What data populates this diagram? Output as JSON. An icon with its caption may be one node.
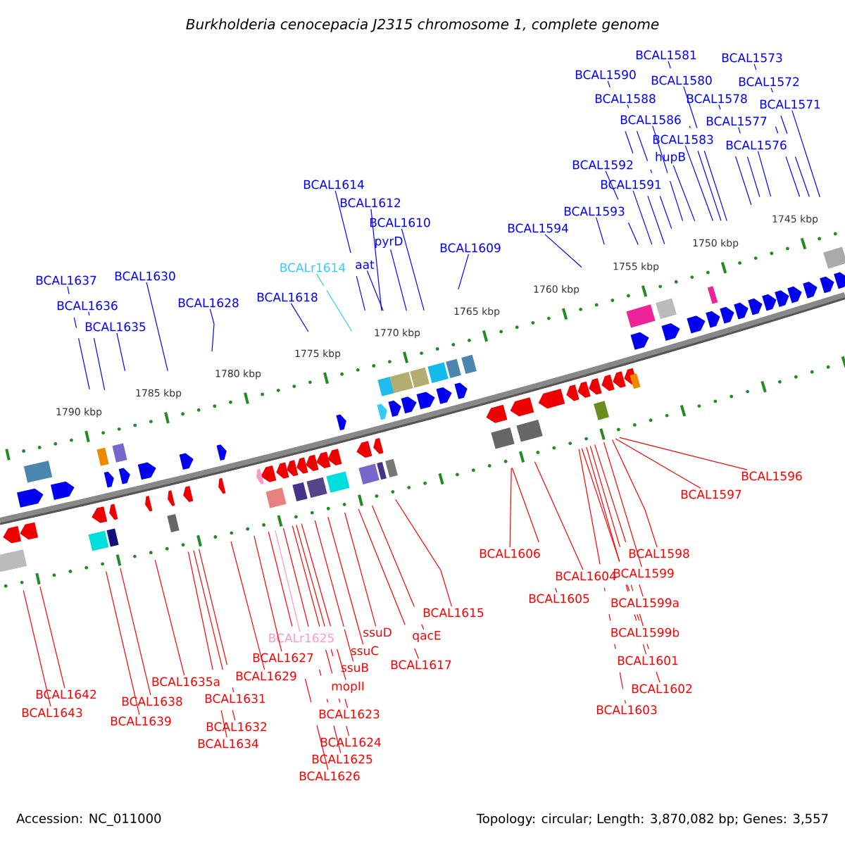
{
  "diagram": {
    "title": "Burkholderia cenocepacia J2315 chromosome 1, complete genome",
    "nodes": [
      {
        "text": [
          "BCAL1581"
        ]
      },
      {
        "text": [
          "BCAL1573"
        ]
      },
      {
        "text": [
          "BCAL1590"
        ]
      },
      {
        "text": [
          "BCAL1580"
        ]
      },
      {
        "text": [
          "BCAL1572"
        ]
      },
      {
        "text": [
          "BCAL1588"
        ]
      },
      {
        "text": [
          "BCAL1578"
        ]
      },
      {
        "text": [
          "BCAL1571"
        ]
      },
      {
        "text": [
          "BCAL1586"
        ]
      },
      {
        "text": [
          "BCAL1577"
        ]
      },
      {
        "text": [
          "BCAL1583"
        ]
      },
      {
        "text": [
          "hupB"
        ]
      },
      {
        "text": [
          "BCAL1576"
        ]
      },
      {
        "text": [
          "BCAL1592"
        ]
      },
      {
        "text": [
          "BCAL1591"
        ]
      },
      {
        "text": [
          "BCAL1593"
        ]
      },
      {
        "text": [
          "BCAL1594"
        ]
      },
      {
        "text": [
          "BCAL1614"
        ]
      },
      {
        "text": [
          "BCAL1612"
        ]
      },
      {
        "text": [
          "BCAL1610"
        ]
      },
      {
        "text": [
          "pyrD"
        ]
      },
      {
        "text": [
          "BCAL1609"
        ]
      },
      {
        "text": [
          "aat"
        ]
      },
      {
        "text": [
          "BCAL1637"
        ]
      },
      {
        "text": [
          "BCAL1630"
        ]
      },
      {
        "text": [
          "BCALr1614"
        ]
      },
      {
        "text": [
          "BCAL1636"
        ]
      },
      {
        "text": [
          "BCAL1618"
        ]
      },
      {
        "text": [
          "BCAL1628"
        ]
      },
      {
        "text": [
          "BCAL1635"
        ]
      },
      {
        "text": [
          "BCAL1596"
        ]
      },
      {
        "text": [
          "BCAL1597"
        ]
      },
      {
        "text": [
          "BCAL1606"
        ]
      },
      {
        "text": [
          "BCAL1598"
        ]
      },
      {
        "text": [
          "BCAL1599"
        ]
      },
      {
        "text": [
          "BCAL1604"
        ]
      },
      {
        "text": [
          "BCAL1605"
        ]
      },
      {
        "text": [
          "BCAL1599a"
        ]
      },
      {
        "text": [
          "BCAL1599b"
        ]
      },
      {
        "text": [
          "BCAL1601"
        ]
      },
      {
        "text": [
          "BCAL1602"
        ]
      },
      {
        "text": [
          "BCAL1603"
        ]
      },
      {
        "text": [
          "BCAL1615"
        ]
      },
      {
        "text": [
          "BCALr1625"
        ]
      },
      {
        "text": [
          "ssuD"
        ]
      },
      {
        "text": [
          "qacE"
        ]
      },
      {
        "text": [
          "ssuC"
        ]
      },
      {
        "text": [
          "BCAL1627"
        ]
      },
      {
        "text": [
          "BCAL1617"
        ]
      },
      {
        "text": [
          "ssuB"
        ]
      },
      {
        "text": [
          "BCAL1629"
        ]
      },
      {
        "text": [
          "BCAL1635a"
        ]
      },
      {
        "text": [
          "mopII"
        ]
      },
      {
        "text": [
          "BCAL1642"
        ]
      },
      {
        "text": [
          "BCAL1631"
        ]
      },
      {
        "text": [
          "BCAL1638"
        ]
      },
      {
        "text": [
          "BCAL1623"
        ]
      },
      {
        "text": [
          "BCAL1643"
        ]
      },
      {
        "text": [
          "BCAL1639"
        ]
      },
      {
        "text": [
          "BCAL1632"
        ]
      },
      {
        "text": [
          "BCAL1624"
        ]
      },
      {
        "text": [
          "BCAL1634"
        ]
      },
      {
        "text": [
          "BCAL1625"
        ]
      },
      {
        "text": [
          "BCAL1626"
        ]
      }
    ],
    "edges": [
      {
        "from": 0,
        "to": null,
        "arrow": "none",
        "color": "#0000ff"
      },
      {
        "from": 1,
        "to": null,
        "arrow": "none",
        "color": "#0000ff"
      },
      {
        "from": 2,
        "to": null,
        "arrow": "none",
        "color": "#0000ff"
      },
      {
        "from": 3,
        "to": null,
        "arrow": "none",
        "color": "#0000ff"
      },
      {
        "from": 4,
        "to": null,
        "arrow": "none",
        "color": "#0000ff"
      },
      {
        "from": 5,
        "to": null,
        "arrow": "none",
        "color": "#0000ff"
      },
      {
        "from": 6,
        "to": null,
        "arrow": "none",
        "color": "#0000ff"
      },
      {
        "from": 7,
        "to": null,
        "arrow": "none",
        "color": "#0000ff"
      },
      {
        "from": 8,
        "to": null,
        "arrow": "none",
        "color": "#0000ff"
      },
      {
        "from": 9,
        "to": null,
        "arrow": "none",
        "color": "#0000ff"
      },
      {
        "from": 10,
        "to": null,
        "arrow": "none",
        "color": "#0000ff"
      },
      {
        "from": 11,
        "to": null,
        "arrow": "none",
        "color": "#0000ff"
      },
      {
        "from": 12,
        "to": null,
        "arrow": "none",
        "color": "#0000ff"
      },
      {
        "from": 13,
        "to": null,
        "arrow": "none",
        "color": "#0000ff"
      },
      {
        "from": 14,
        "to": null,
        "arrow": "none",
        "color": "#0000ff"
      },
      {
        "from": 15,
        "to": null,
        "arrow": "none",
        "color": "#0000ff"
      },
      {
        "from": 16,
        "to": null,
        "arrow": "none",
        "color": "#0000ff"
      },
      {
        "from": 17,
        "to": null,
        "arrow": "none",
        "color": "#0000ff"
      },
      {
        "from": 18,
        "to": null,
        "arrow": "none",
        "color": "#0000ff"
      },
      {
        "from": 19,
        "to": null,
        "arrow": "none",
        "color": "#0000ff"
      },
      {
        "from": 20,
        "to": null,
        "arrow": "none",
        "color": "#0000ff"
      },
      {
        "from": 21,
        "to": null,
        "arrow": "none",
        "color": "#0000ff"
      },
      {
        "from": 22,
        "to": null,
        "arrow": "none",
        "color": "#0000ff"
      },
      {
        "from": 23,
        "to": null,
        "arrow": "none",
        "color": "#0000ff"
      },
      {
        "from": 24,
        "to": null,
        "arrow": "none",
        "color": "#0000ff"
      },
      {
        "from": 25,
        "to": null,
        "arrow": "none",
        "color": "#33ccff"
      },
      {
        "from": 26,
        "to": null,
        "arrow": "none",
        "color": "#0000ff"
      },
      {
        "from": 27,
        "to": null,
        "arrow": "none",
        "color": "#0000ff"
      },
      {
        "from": 28,
        "to": null,
        "arrow": "none",
        "color": "#0000ff"
      },
      {
        "from": 29,
        "to": null,
        "arrow": "none",
        "color": "#0000ff"
      },
      {
        "from": 30,
        "to": null,
        "arrow": "none"
      },
      {
        "from": 31,
        "to": null,
        "arrow": "none"
      },
      {
        "from": 32,
        "to": null,
        "arrow": "none"
      },
      {
        "from": 33,
        "to": null,
        "arrow": "none"
      },
      {
        "from": 34,
        "to": null,
        "arrow": "none"
      },
      {
        "from": 35,
        "to": null,
        "arrow": "none"
      },
      {
        "from": 36,
        "to": null,
        "arrow": "none"
      },
      {
        "from": 37,
        "to": null,
        "arrow": "none"
      },
      {
        "from": 38,
        "to": null,
        "arrow": "none"
      },
      {
        "from": 39,
        "to": null,
        "arrow": "none"
      },
      {
        "from": 40,
        "to": null,
        "arrow": "none"
      },
      {
        "from": 41,
        "to": null,
        "arrow": "none"
      },
      {
        "from": 42,
        "to": null,
        "arrow": "none"
      },
      {
        "from": 43,
        "to": null,
        "arrow": "none",
        "color": "#ff99cc"
      },
      {
        "from": 44,
        "to": null,
        "arrow": "none"
      },
      {
        "from": 45,
        "to": null,
        "arrow": "none"
      },
      {
        "from": 46,
        "to": null,
        "arrow": "none"
      },
      {
        "from": 47,
        "to": null,
        "arrow": "none"
      },
      {
        "from": 48,
        "to": null,
        "arrow": "none"
      },
      {
        "from": 49,
        "to": null,
        "arrow": "none"
      },
      {
        "from": 50,
        "to": null,
        "arrow": "none"
      },
      {
        "from": 51,
        "to": null,
        "arrow": "none"
      },
      {
        "from": 52,
        "to": null,
        "arrow": "none"
      },
      {
        "from": 53,
        "to": null,
        "arrow": "none"
      },
      {
        "from": 54,
        "to": null,
        "arrow": "none"
      },
      {
        "from": 55,
        "to": null,
        "arrow": "none"
      },
      {
        "from": 56,
        "to": null,
        "arrow": "none"
      },
      {
        "from": 57,
        "to": null,
        "arrow": "none"
      },
      {
        "from": 58,
        "to": null,
        "arrow": "none"
      },
      {
        "from": 59,
        "to": null,
        "arrow": "none"
      },
      {
        "from": 60,
        "to": null,
        "arrow": "none"
      },
      {
        "from": 61,
        "to": null,
        "arrow": "none"
      },
      {
        "from": 62,
        "to": null,
        "arrow": "none"
      },
      {
        "from": 63,
        "to": null,
        "arrow": "none"
      }
    ],
    "labels": [
      "1745 kbp",
      "1750 kbp",
      "1755 kbp",
      "1760 kbp",
      "1765 kbp",
      "1770 kbp",
      "1775 kbp",
      "1780 kbp",
      "1785 kbp",
      "1790 kbp",
      "Accession: NC_011000",
      "Topology: circular; Length: 3,870,082 bp; Genes: 3,557"
    ]
  }
}
